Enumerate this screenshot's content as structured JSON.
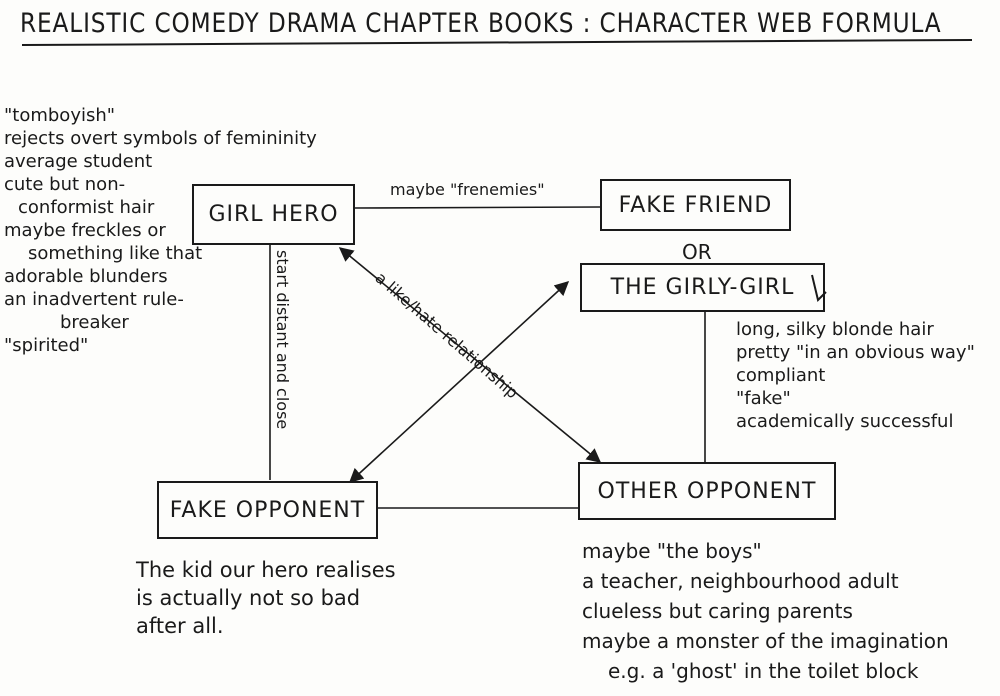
{
  "title": "REALISTIC COMEDY DRAMA CHAPTER BOOKS : CHARACTER WEB FORMULA",
  "boxes": {
    "girl_hero": "GIRL HERO",
    "fake_friend": "FAKE FRIEND",
    "or": "OR",
    "girly_girl": "THE GIRLY-GIRL",
    "fake_opponent": "FAKE OPPONENT",
    "other_opponent": "OTHER OPPONENT"
  },
  "edges": {
    "hero_friend": "maybe \"frenemies\"",
    "hero_fake_opponent": "start distant and close",
    "hero_other_opponent": "a like/hate relationship"
  },
  "notes": {
    "girl_hero": [
      "\"tomboyish\"",
      "rejects overt symbols of femininity",
      "average student",
      "cute but non-",
      "conformist hair",
      "maybe freckles or",
      "something like that",
      "adorable blunders",
      "an inadvertent rule-",
      "breaker",
      "\"spirited\""
    ],
    "girly_girl": [
      "long, silky blonde hair",
      "pretty \"in an obvious way\"",
      "compliant",
      "\"fake\"",
      "academically successful"
    ],
    "fake_opponent": [
      "The kid our hero realises",
      "is actually not so bad",
      "after all."
    ],
    "other_opponent": [
      "maybe \"the boys\"",
      "a teacher, neighbourhood adult",
      "clueless but caring parents",
      "maybe a monster of the imagination",
      "e.g. a 'ghost' in the toilet block"
    ]
  }
}
